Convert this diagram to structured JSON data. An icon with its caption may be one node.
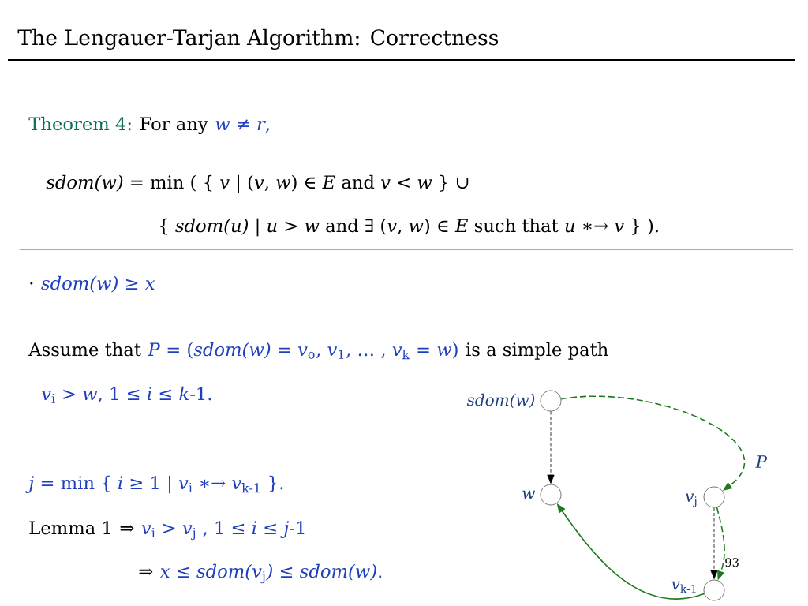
{
  "diagram": {
    "title": "The Lengauer-Tarjan Algorithm: Correctness",
    "nodes": [
      {
        "text": [],
        "shape": "circle",
        "beside": [
          "*sdom(w)*"
        ]
      },
      {
        "text": [],
        "shape": "circle",
        "beside": [
          "*w*"
        ]
      },
      {
        "text": [],
        "shape": "circle",
        "beside": [
          "*v*$_{j}$"
        ]
      },
      {
        "text": [],
        "shape": "circle",
        "beside": [
          "*v*$_{k-1}$"
        ]
      }
    ],
    "edges": [
      {
        "from": 0,
        "to": 1,
        "arrow": "to",
        "style": "dashed",
        "color": "#000000"
      },
      {
        "from": 0,
        "to": 2,
        "arrow": "to",
        "style": "dashed",
        "label": "*P*"
      },
      {
        "from": 2,
        "to": 3,
        "arrow": "to",
        "style": "dashed",
        "color": "#000000"
      },
      {
        "from": 2,
        "to": 3,
        "arrow": "to",
        "style": "dashed"
      },
      {
        "from": 3,
        "to": 1,
        "arrow": "to"
      }
    ],
    "labels": [
      "Theorem 4:",
      "For any",
      "*w* ≠ *r*,",
      "*sdom(w)* = min ( { *v* | (*v*, *w*) ∈ *E* and *v* < *w* } ∪",
      "{ *sdom(u)* | *u* > *w* and ∃ (*v*, *w*) ∈ *E* such that *u* ∗→ *v* } ).",
      "·",
      "*sdom(w)* ≥ *x*",
      "Assume that",
      "*P* = (*sdom(w)* = *v*$_{o}$, *v*$_{1}$, … , *v*$_{k}$ = *w*)",
      "is a simple path",
      "*v*$_{i}$ > *w*, 1 ≤ *i* ≤ *k*-1.",
      "*j* = min { *i* ≥ 1 | *v*$_{i}$ ∗→ *v*$_{k-1}$ }.",
      "Lemma 1",
      "⇒",
      "*v*$_{i}$ > *v*$_{j}$ , 1 ≤ *i* ≤ *j*-1",
      "⇒",
      "*x* ≤ *sdom(v*$_{j}$*)* ≤ *sdom(w)*.",
      "93"
    ]
  }
}
